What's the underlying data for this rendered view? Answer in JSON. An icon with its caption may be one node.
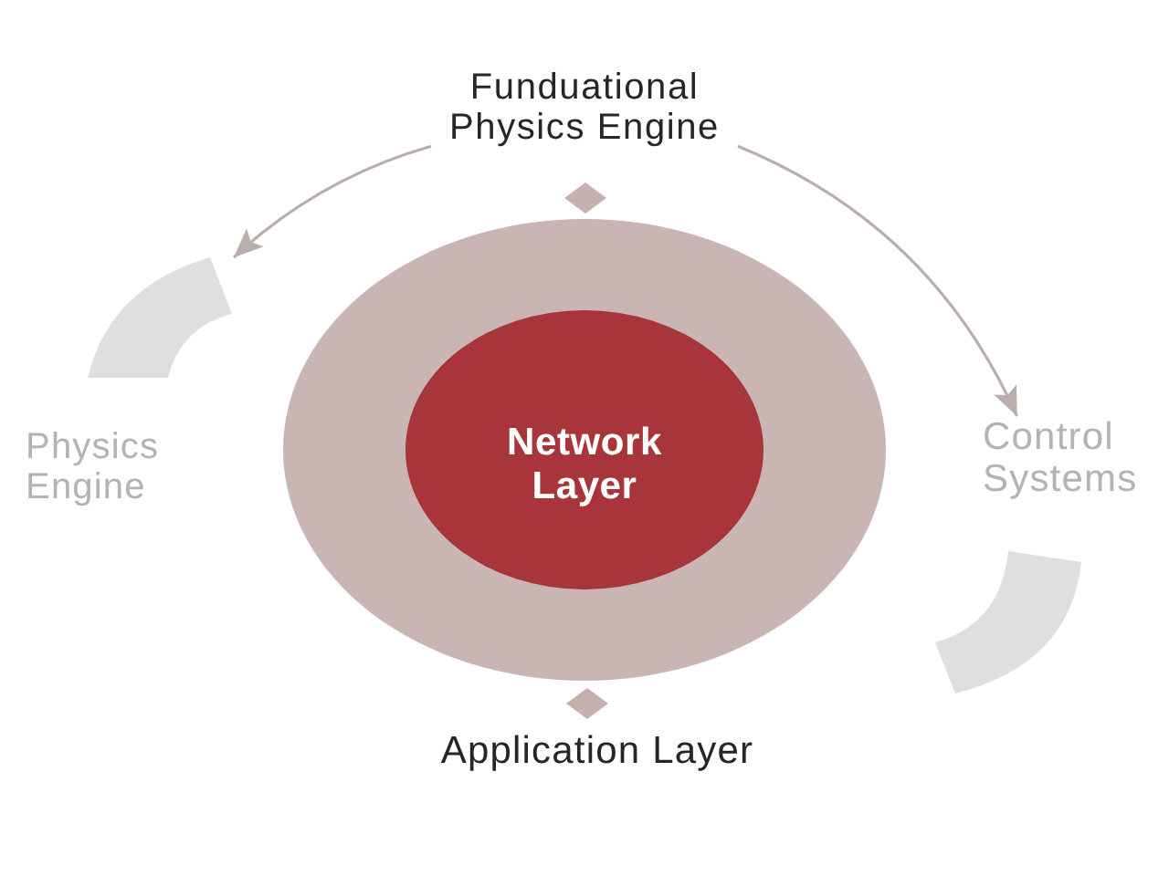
{
  "diagram": {
    "nodes": [
      {
        "text": [
          "Funduational Physics Engine"
        ]
      },
      {
        "text": [],
        "shape": "diamond"
      },
      {
        "text": [],
        "shape": "arc"
      },
      {
        "text": [
          "Physics Engine"
        ]
      },
      {
        "text": [],
        "shape": "circle"
      },
      {
        "text": [
          "Network Layer"
        ],
        "in": 4
      },
      {
        "text": [
          "Control Systems"
        ]
      },
      {
        "text": [],
        "shape": "arc"
      },
      {
        "text": [],
        "shape": "diamond"
      },
      {
        "text": [
          "Application Layer"
        ]
      }
    ],
    "edges": [
      {
        "from": 0,
        "to": 2,
        "arrow": "to"
      },
      {
        "from": 0,
        "to": 6,
        "arrow": "to"
      }
    ]
  }
}
